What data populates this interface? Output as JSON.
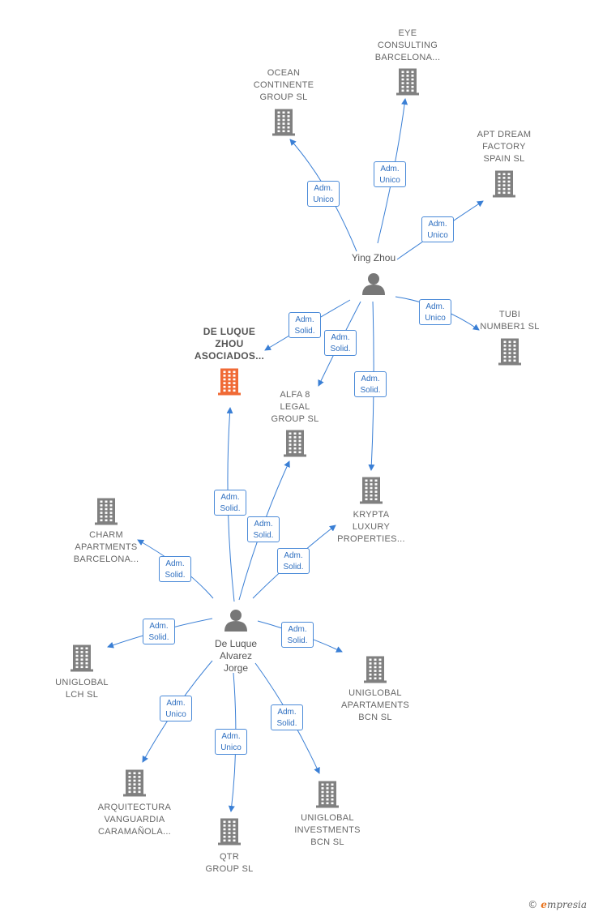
{
  "colors": {
    "edge": "#3a7fd5",
    "company_icon": "#808080",
    "focus_icon": "#f06a35",
    "person_icon": "#777777",
    "brand_accent": "#e8741e"
  },
  "persons": [
    {
      "id": "ying",
      "label": "Ying Zhou"
    },
    {
      "id": "deluque",
      "label": "De Luque\nAlvarez\nJorge"
    }
  ],
  "companies": [
    {
      "id": "eye",
      "label": "EYE\nCONSULTING\nBARCELONA..."
    },
    {
      "id": "ocean",
      "label": "OCEAN\nCONTINENTE\nGROUP  SL"
    },
    {
      "id": "apt",
      "label": "APT DREAM\nFACTORY\nSPAIN  SL"
    },
    {
      "id": "tubi",
      "label": "TUBI\nNUMBER1  SL"
    },
    {
      "id": "dlz",
      "label": "DE LUQUE\nZHOU\nASOCIADOS...",
      "focus": true
    },
    {
      "id": "alfa",
      "label": "ALFA 8\nLEGAL\nGROUP  SL"
    },
    {
      "id": "krypta",
      "label": "KRYPTA\nLUXURY\nPROPERTIES..."
    },
    {
      "id": "charm",
      "label": "CHARM\nAPARTMENTS\nBARCELONA..."
    },
    {
      "id": "lch",
      "label": "UNIGLOBAL\nLCH  SL"
    },
    {
      "id": "apart",
      "label": "UNIGLOBAL\nAPARTAMENTS\nBCN  SL"
    },
    {
      "id": "arq",
      "label": "ARQUITECTURA\nVANGUARDIA\nCARAMAÑOLA..."
    },
    {
      "id": "qtr",
      "label": "QTR\nGROUP SL"
    },
    {
      "id": "invest",
      "label": "UNIGLOBAL\nINVESTMENTS\nBCN  SL"
    }
  ],
  "relations": [
    {
      "from": "ying",
      "to": "ocean",
      "role": [
        "Adm.",
        "Unico"
      ]
    },
    {
      "from": "ying",
      "to": "eye",
      "role": [
        "Adm.",
        "Unico"
      ]
    },
    {
      "from": "ying",
      "to": "apt",
      "role": [
        "Adm.",
        "Unico"
      ]
    },
    {
      "from": "ying",
      "to": "tubi",
      "role": [
        "Adm.",
        "Unico"
      ]
    },
    {
      "from": "ying",
      "to": "dlz",
      "role": [
        "Adm.",
        "Solid."
      ]
    },
    {
      "from": "ying",
      "to": "alfa",
      "role": [
        "Adm.",
        "Solid."
      ]
    },
    {
      "from": "ying",
      "to": "krypta",
      "role": [
        "Adm.",
        "Solid."
      ]
    },
    {
      "from": "deluque",
      "to": "dlz",
      "role": [
        "Adm.",
        "Solid."
      ]
    },
    {
      "from": "deluque",
      "to": "alfa",
      "role": [
        "Adm.",
        "Solid."
      ]
    },
    {
      "from": "deluque",
      "to": "krypta",
      "role": [
        "Adm.",
        "Solid."
      ]
    },
    {
      "from": "deluque",
      "to": "charm",
      "role": [
        "Adm.",
        "Solid."
      ]
    },
    {
      "from": "deluque",
      "to": "lch",
      "role": [
        "Adm.",
        "Solid."
      ]
    },
    {
      "from": "deluque",
      "to": "apart",
      "role": [
        "Adm.",
        "Solid."
      ]
    },
    {
      "from": "deluque",
      "to": "arq",
      "role": [
        "Adm.",
        "Unico"
      ]
    },
    {
      "from": "deluque",
      "to": "qtr",
      "role": [
        "Adm.",
        "Unico"
      ]
    },
    {
      "from": "deluque",
      "to": "invest",
      "role": [
        "Adm.",
        "Solid."
      ]
    }
  ],
  "brand": {
    "copyright": "©",
    "initial": "e",
    "rest": "mpresia"
  }
}
